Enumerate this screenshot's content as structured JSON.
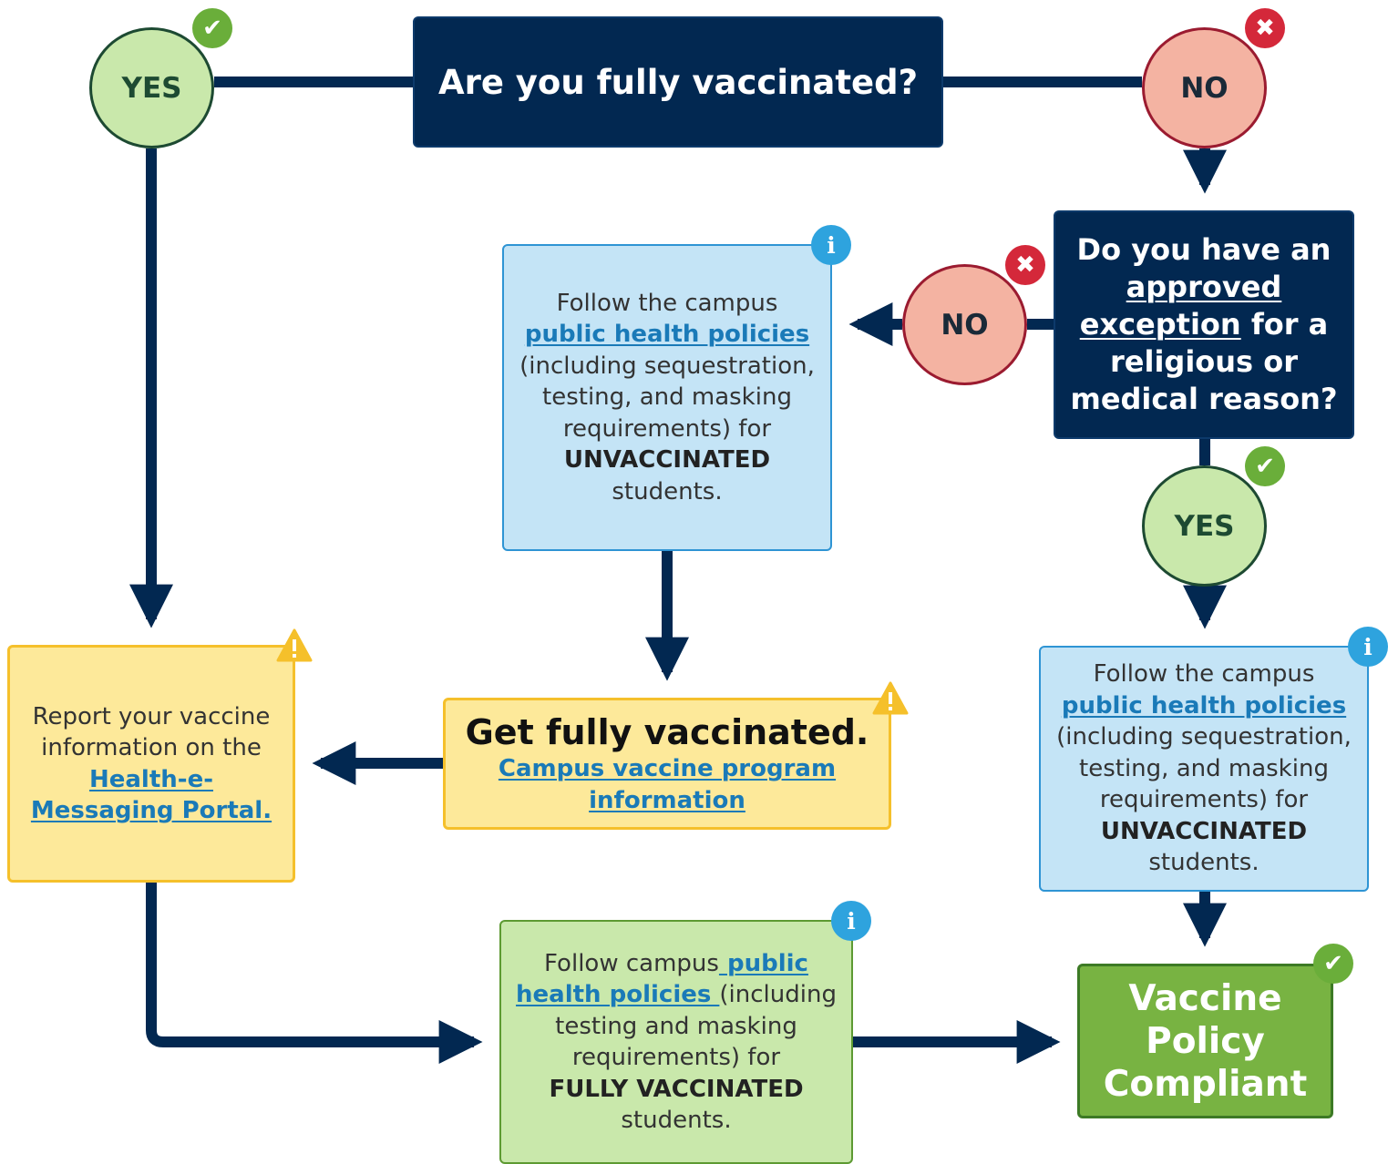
{
  "diagram": {
    "question_vaccinated": "Are you fully vaccinated?",
    "question_exception": {
      "before": "Do you have an ",
      "link": "approved exception",
      "after": " for a religious or medical reason?"
    },
    "answers": {
      "yes": "YES",
      "no": "NO"
    },
    "unvaccinated_policy": {
      "lead": "Follow the campus",
      "link": "public health policies",
      "middle": "(including sequestration, testing, and masking requirements) for",
      "emphasis": "UNVACCINATED",
      "tail": "students."
    },
    "report": {
      "text": "Report your vaccine information on the",
      "link": "Health-e-Messaging Portal."
    },
    "get_vaccinated": {
      "title": "Get fully vaccinated.",
      "link": "Campus vaccine program information"
    },
    "fully_vaccinated_policy": {
      "lead": "Follow campus",
      "link": " public health policies ",
      "middle": "(including testing and masking requirements) for",
      "emphasis": "FULLY VACCINATED",
      "tail": "students."
    },
    "compliant": "Vaccine Policy Compliant"
  },
  "icons": {
    "check": "check-icon",
    "cross": "x-icon",
    "info": "info-icon",
    "warning": "warning-icon"
  },
  "colors": {
    "navy": "#022851",
    "connector": "#022851",
    "info_fill": "#c4e4f6",
    "warning_fill": "#fde99a",
    "success_fill": "#c9e8ab",
    "compliant_fill": "#78b342",
    "no_fill": "#f4b3a2",
    "link": "#1a7ab8"
  }
}
